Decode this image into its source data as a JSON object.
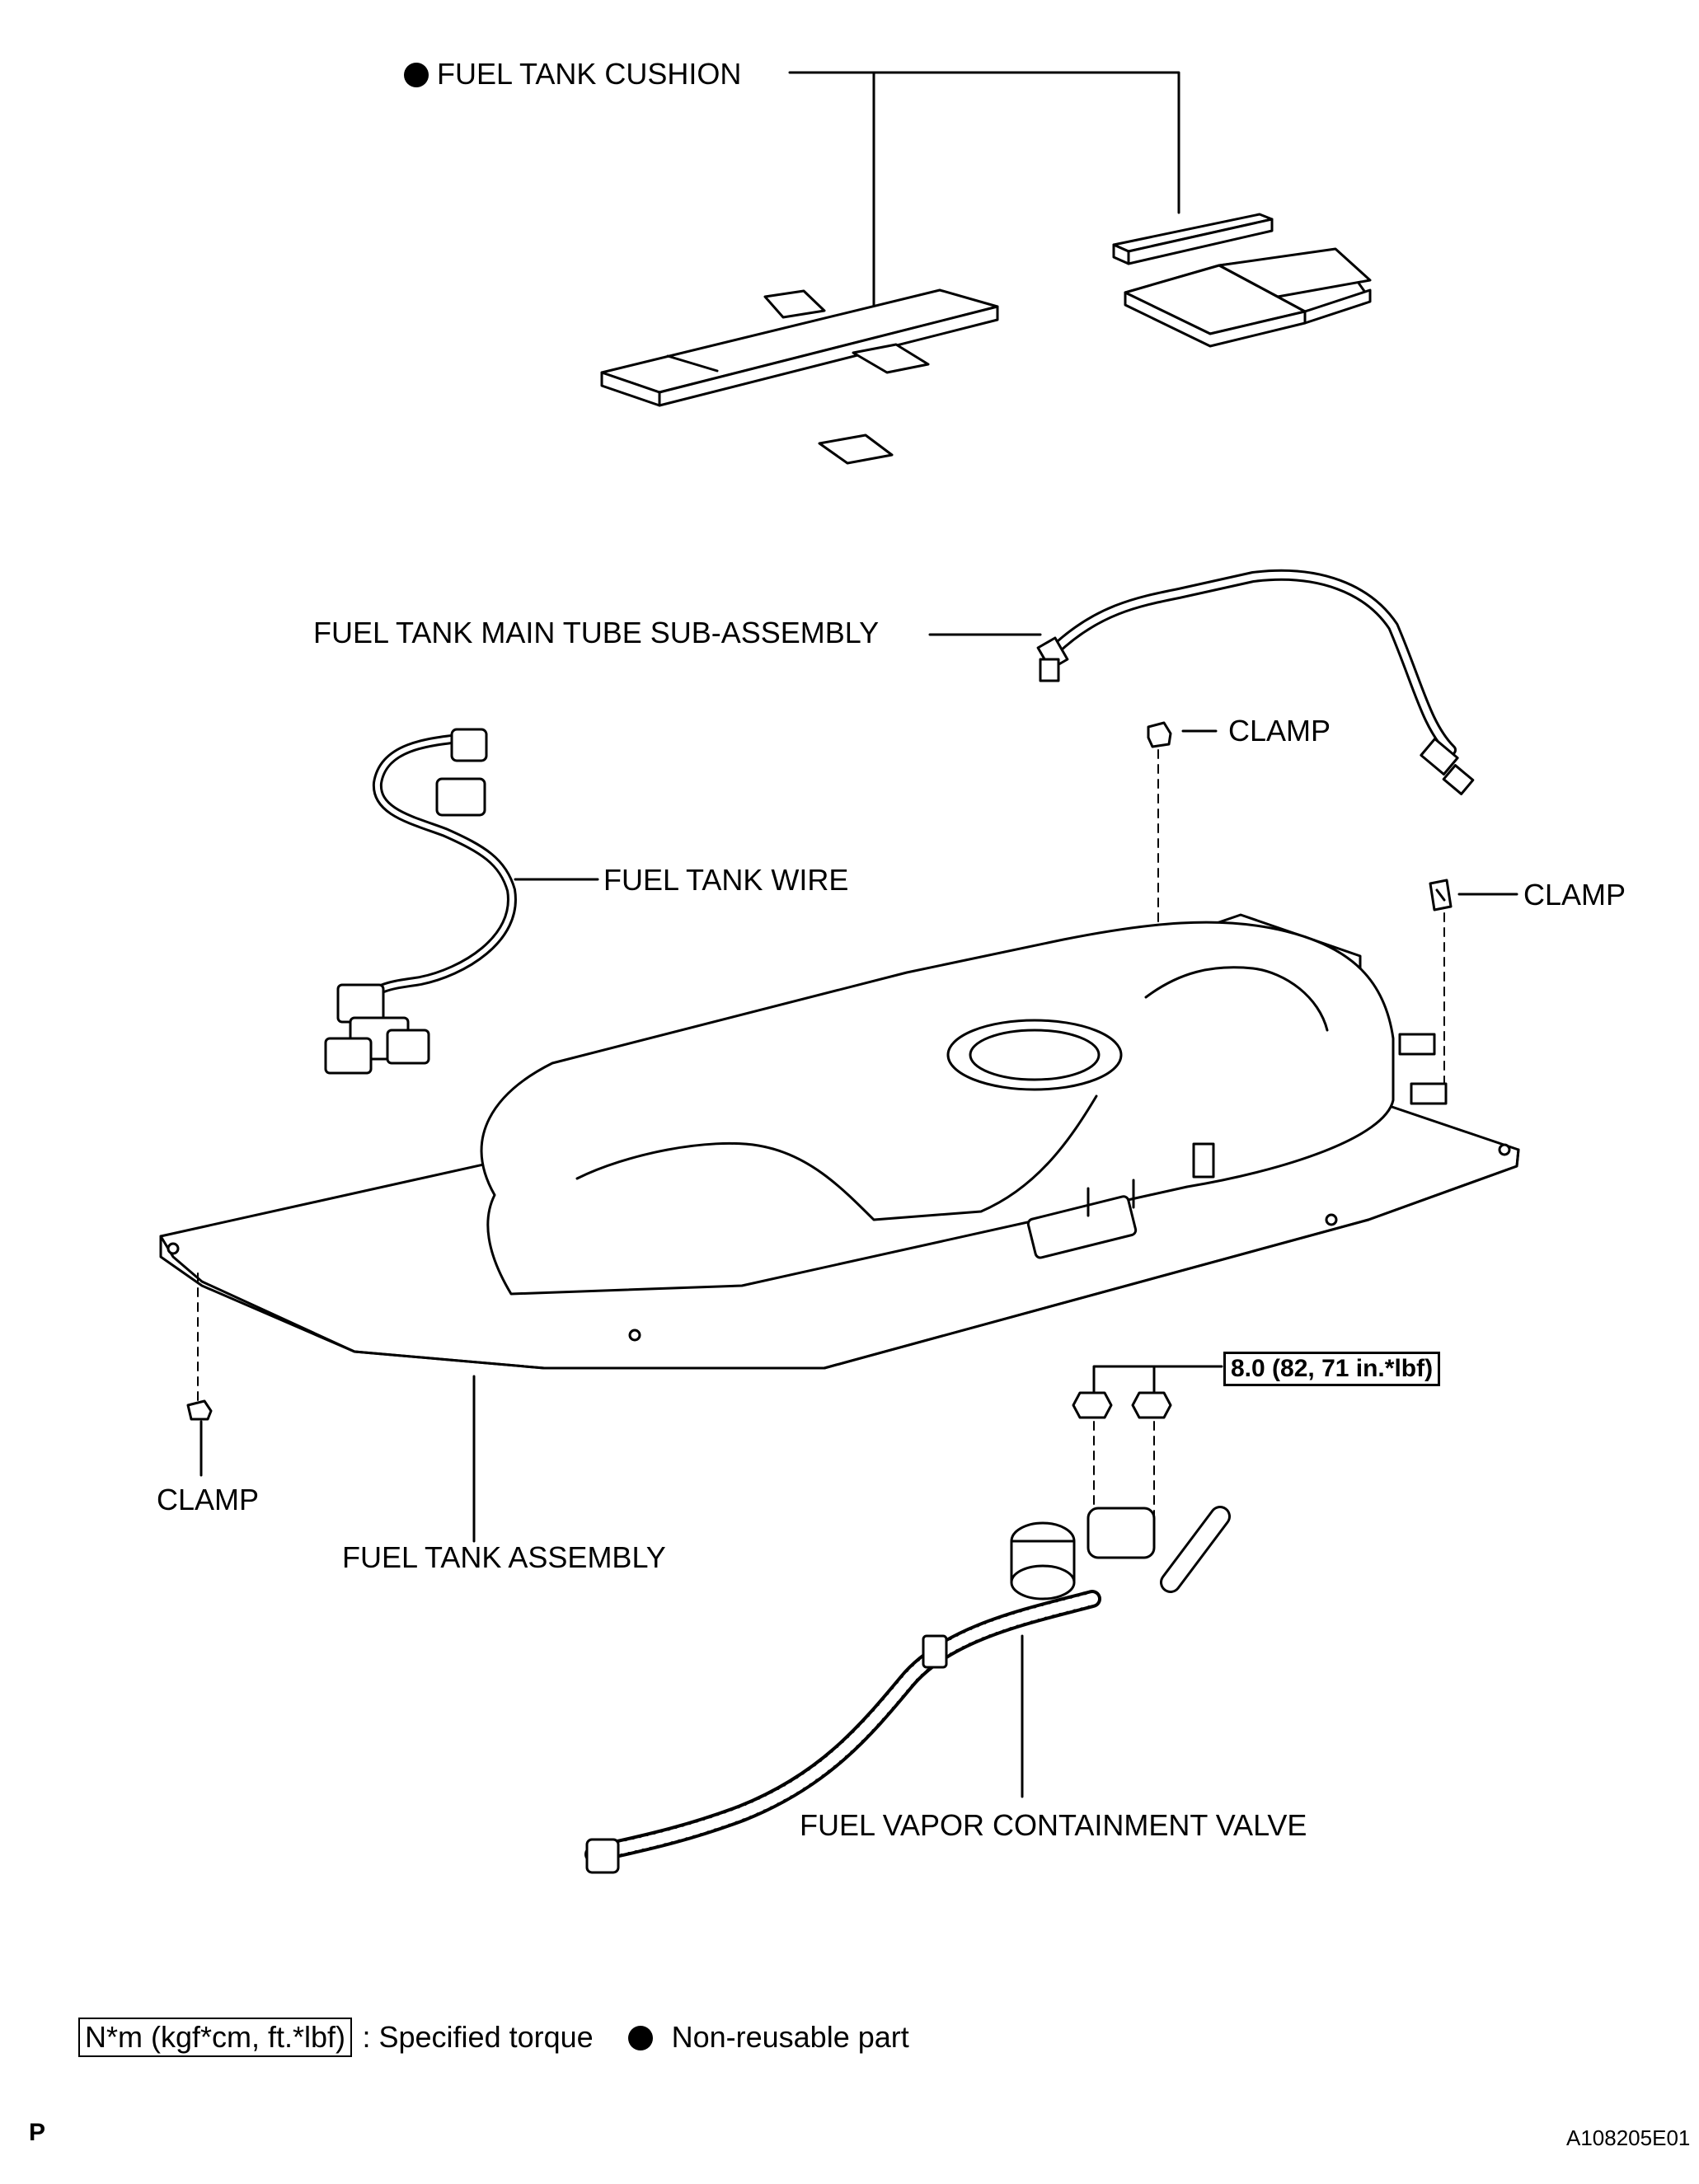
{
  "labels": {
    "fuel_tank_cushion": "FUEL TANK CUSHION",
    "main_tube": "FUEL TANK MAIN TUBE SUB-ASSEMBLY",
    "clamp_top": "CLAMP",
    "fuel_tank_wire": "FUEL TANK WIRE",
    "clamp_right": "CLAMP",
    "torque_spec": "8.0 (82, 71 in.*lbf)",
    "clamp_left": "CLAMP",
    "fuel_tank_assembly": "FUEL TANK ASSEMBLY",
    "vapor_valve": "FUEL VAPOR CONTAINMENT VALVE"
  },
  "legend": {
    "torque_units": "N*m (kgf*cm, ft.*lbf)",
    "torque_text": ": Specified torque",
    "nonreusable_text": "Non-reusable part"
  },
  "footer": {
    "page_mark": "P",
    "figure_id": "A108205E01"
  },
  "icons": {
    "non_reusable": "filled-circle-icon"
  }
}
